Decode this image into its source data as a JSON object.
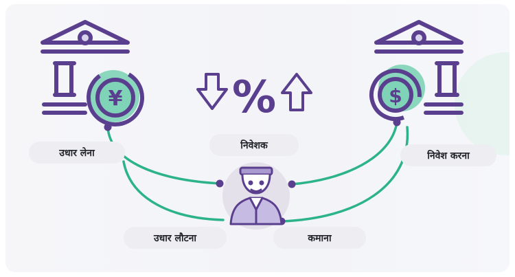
{
  "labels": {
    "borrow": "उधार लेना",
    "investor": "निवेशक",
    "invest": "निवेश करना",
    "repay": "उधार लौटना",
    "earn": "कमाना"
  },
  "symbols": {
    "yen": "¥",
    "dollar": "$",
    "percent": "%"
  },
  "icons": {
    "left_bank": "bank-icon",
    "right_bank": "bank-icon",
    "arrow_down": "arrow-down-icon",
    "arrow_up": "arrow-up-icon",
    "investor": "investor-person-icon"
  },
  "colors": {
    "purple": "#5b3f8f",
    "green": "#2cb38a",
    "mint": "#7fd4b7",
    "lavender": "#d9d2ec"
  }
}
